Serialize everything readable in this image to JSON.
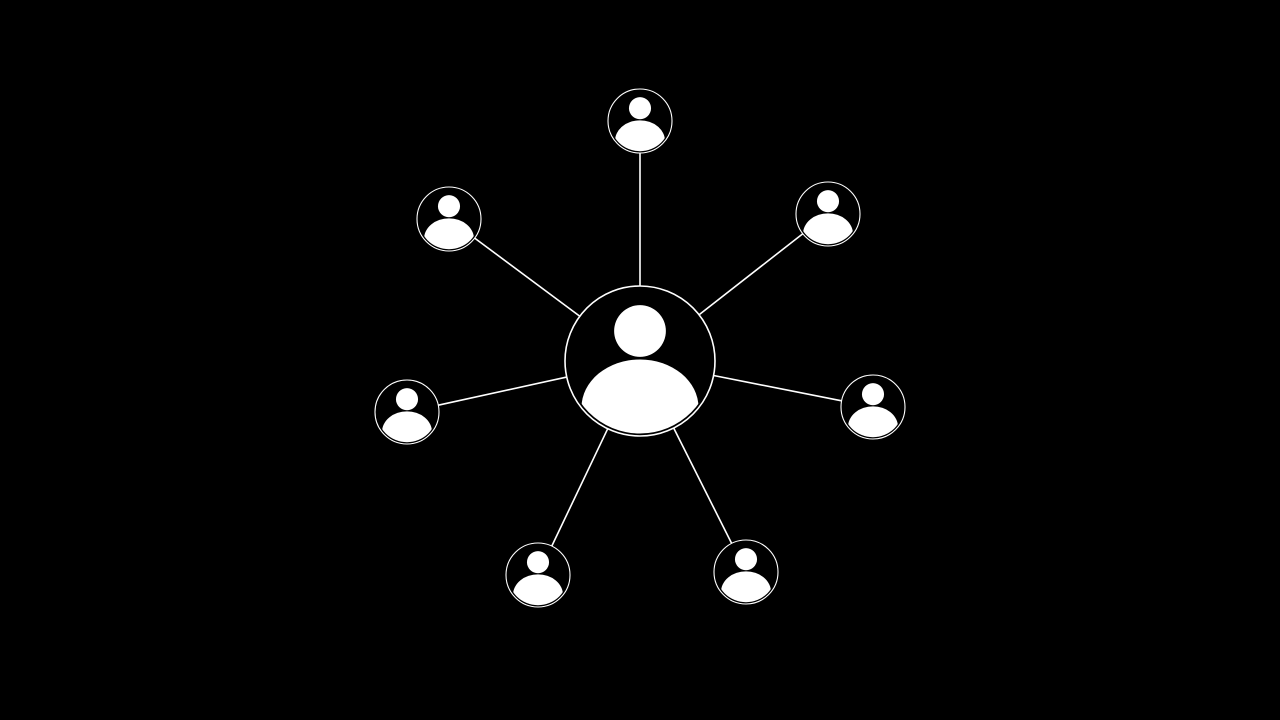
{
  "diagram": {
    "type": "hub-and-spoke network",
    "background_color": "#000000",
    "foreground_color": "#ffffff",
    "center_node": {
      "icon": "user-icon"
    },
    "satellite_nodes": [
      {
        "icon": "user-icon",
        "position": "top"
      },
      {
        "icon": "user-icon",
        "position": "top-right"
      },
      {
        "icon": "user-icon",
        "position": "right"
      },
      {
        "icon": "user-icon",
        "position": "bottom-right"
      },
      {
        "icon": "user-icon",
        "position": "bottom-left"
      },
      {
        "icon": "user-icon",
        "position": "left"
      },
      {
        "icon": "user-icon",
        "position": "top-left"
      }
    ],
    "connections": 7
  }
}
